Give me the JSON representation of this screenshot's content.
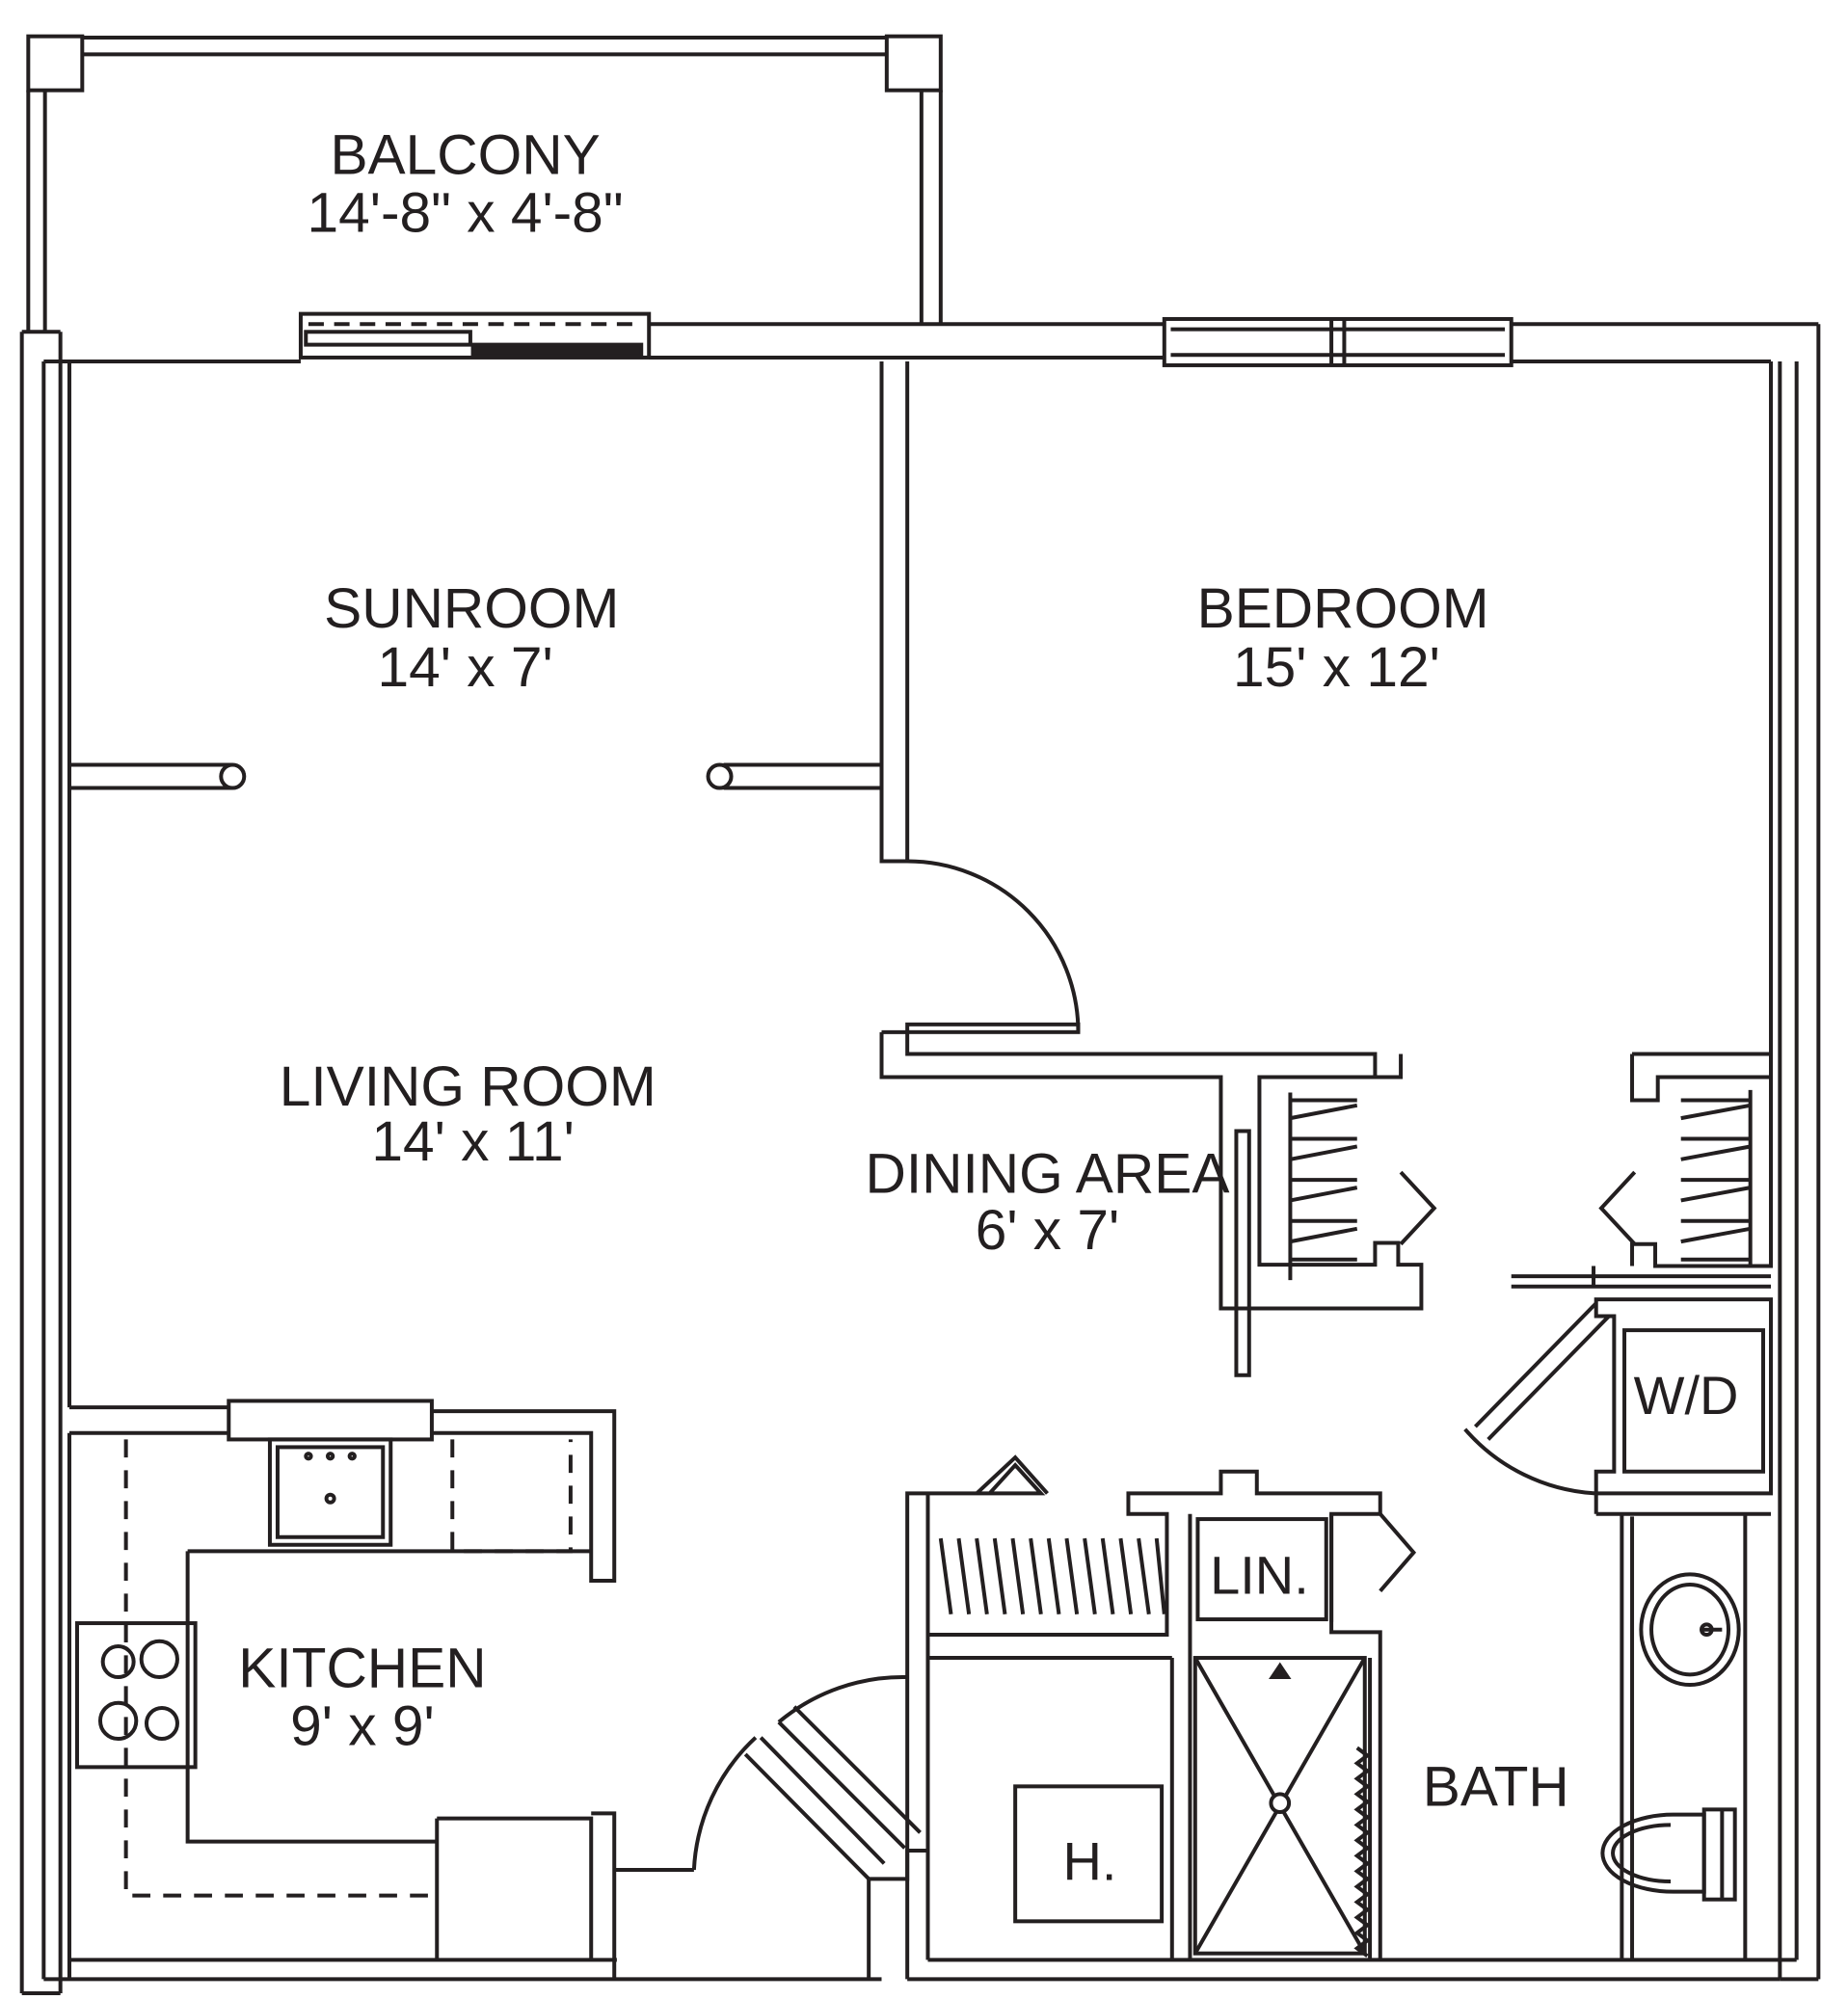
{
  "rooms": {
    "balcony": {
      "name": "BALCONY",
      "size": "14'-8\" x 4'-8\""
    },
    "sunroom": {
      "name": "SUNROOM",
      "size": "14' x 7'"
    },
    "bedroom": {
      "name": "BEDROOM",
      "size": "15' x 12'"
    },
    "living": {
      "name": "LIVING ROOM",
      "size": "14' x 11'"
    },
    "dining": {
      "name": "DINING AREA",
      "size": "6' x 7'"
    },
    "kitchen": {
      "name": "KITCHEN",
      "size": "9' x 9'"
    },
    "bath": {
      "name": "BATH"
    }
  },
  "fixtures": {
    "washer_dryer": "W/D",
    "linen": "LIN.",
    "heater": "H."
  },
  "colors": {
    "line": "#231f20",
    "background": "#ffffff"
  }
}
